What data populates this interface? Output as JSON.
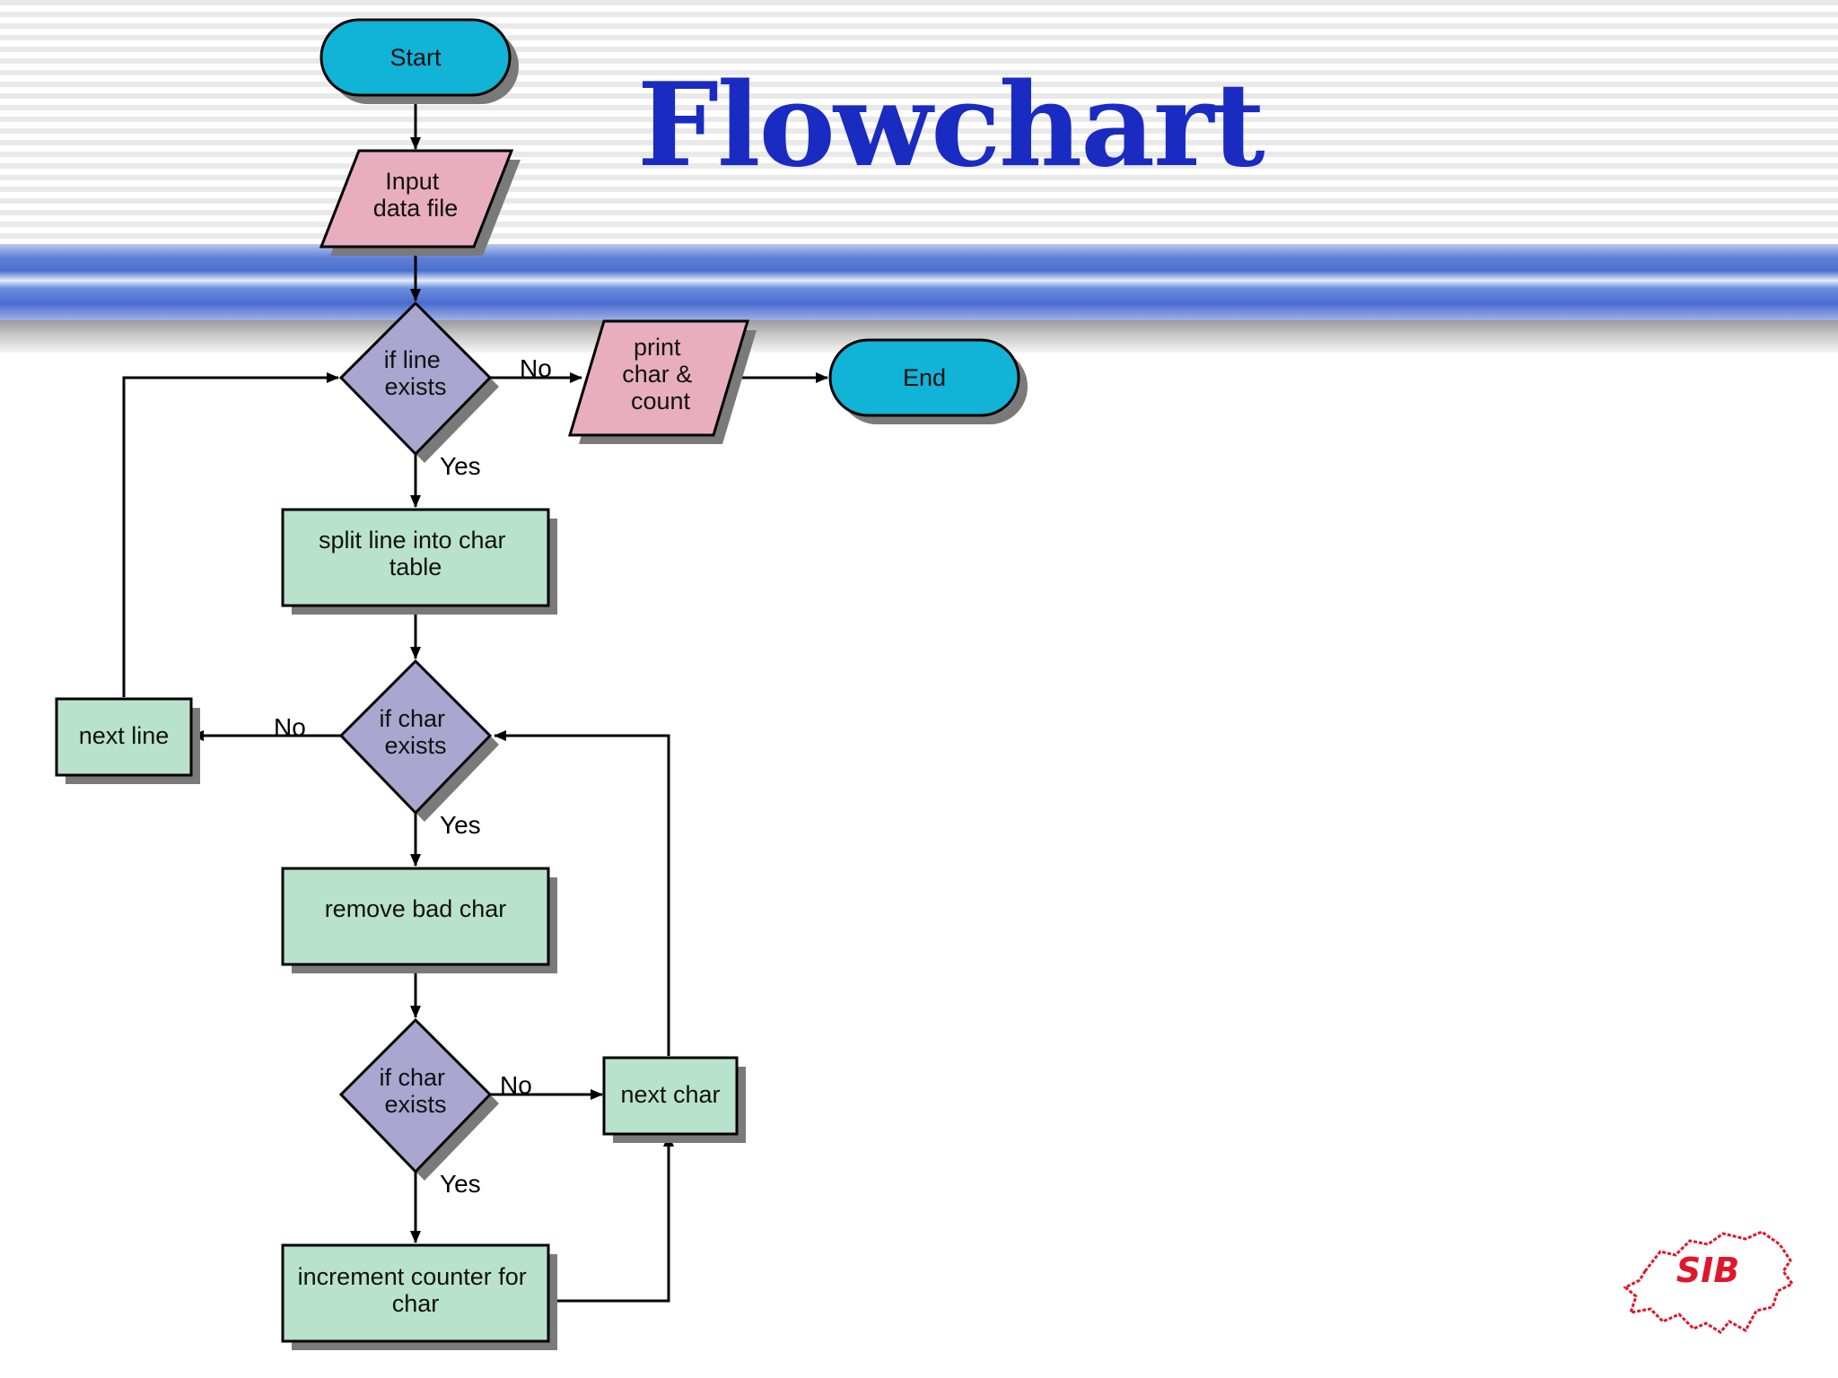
{
  "slide": {
    "title": "Flowchart",
    "logo_text": "SIB"
  },
  "colors": {
    "terminal": "#11b3d6",
    "io": "#e8aebf",
    "process": "#b9e2cc",
    "decision": "#a9a6cf",
    "title": "#1a2bc2",
    "logo": "#e0162b",
    "band": "#4b6fcf"
  },
  "nodes": {
    "start": "Start",
    "input": [
      "Input",
      "data file"
    ],
    "if_line": [
      "if line",
      "exists"
    ],
    "print": [
      "print",
      "char &",
      "count"
    ],
    "end": "End",
    "split": [
      "split line into char",
      "table"
    ],
    "if_char_1": [
      "if char",
      "exists"
    ],
    "next_line": "next line",
    "remove": "remove bad char",
    "if_char_2": [
      "if char",
      "exists"
    ],
    "next_char": "next char",
    "increment": [
      "increment counter for",
      "char"
    ]
  },
  "edge_labels": {
    "line_no": "No",
    "line_yes": "Yes",
    "char1_no": "No",
    "char1_yes": "Yes",
    "char2_no": "No",
    "char2_yes": "Yes"
  }
}
